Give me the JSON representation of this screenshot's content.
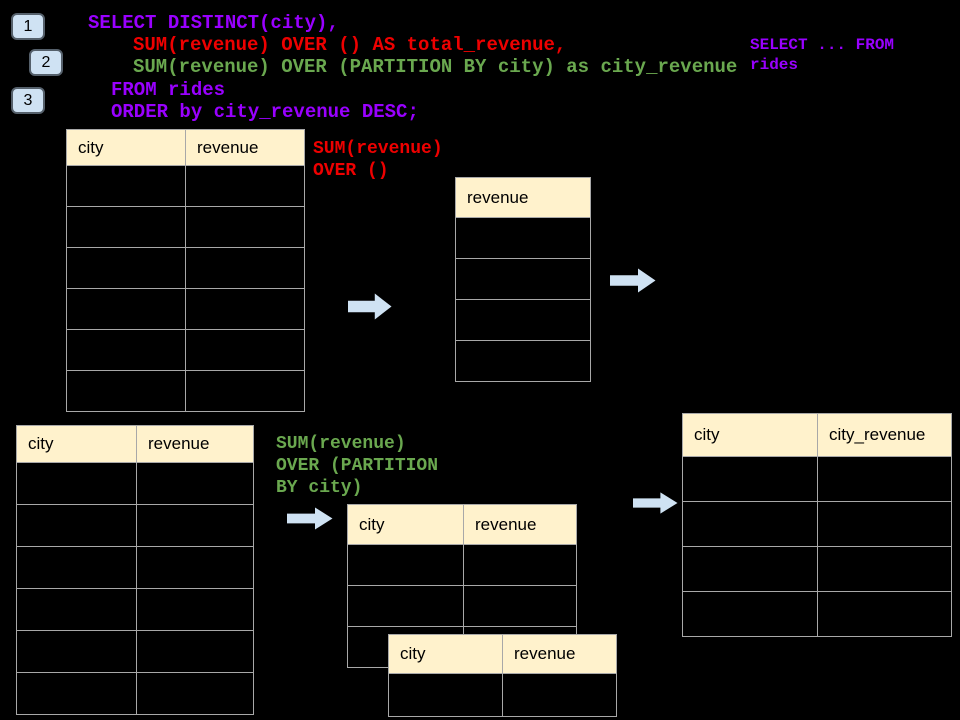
{
  "badges": [
    {
      "label": "1"
    },
    {
      "label": "2"
    },
    {
      "label": "3"
    }
  ],
  "sql_code": {
    "line1": "SELECT DISTINCT(city),",
    "line2": "SUM(revenue) OVER () AS total_revenue,",
    "line3": "SUM(revenue) OVER (PARTITION BY city) as city_revenue",
    "line4": "FROM rides",
    "line5": "ORDER by city_revenue DESC;"
  },
  "side_code": {
    "line1": "SELECT ... FROM",
    "line2": "rides"
  },
  "labels": {
    "total": {
      "line1": "SUM(revenue)",
      "line2": "OVER ()"
    },
    "partition": {
      "line1": "SUM(revenue)",
      "line2": "OVER (PARTITION",
      "line3": "BY city)"
    }
  },
  "tables": {
    "source_top": {
      "headers": [
        "city",
        "revenue"
      ],
      "rows": 6
    },
    "total_result": {
      "headers": [
        "revenue"
      ],
      "rows": 4
    },
    "source_bottom": {
      "headers": [
        "city",
        "revenue"
      ],
      "rows": 6
    },
    "partition_mid": {
      "headers": [
        "city",
        "revenue"
      ],
      "rows": 3
    },
    "partition_overlap": {
      "headers": [
        "city",
        "revenue"
      ],
      "rows": 1
    },
    "city_revenue_result": {
      "headers": [
        "city",
        "city_revenue"
      ],
      "rows": 4
    }
  },
  "colors": {
    "background": "#000000",
    "code_purple": "#9900ff",
    "code_red": "#ee0000",
    "code_green": "#6aa84f",
    "table_header_bg": "#fff2cc",
    "table_border": "#a8a8a8",
    "arrow_fill": "#cfe2f3",
    "badge_bg": "#cfe2f3"
  }
}
